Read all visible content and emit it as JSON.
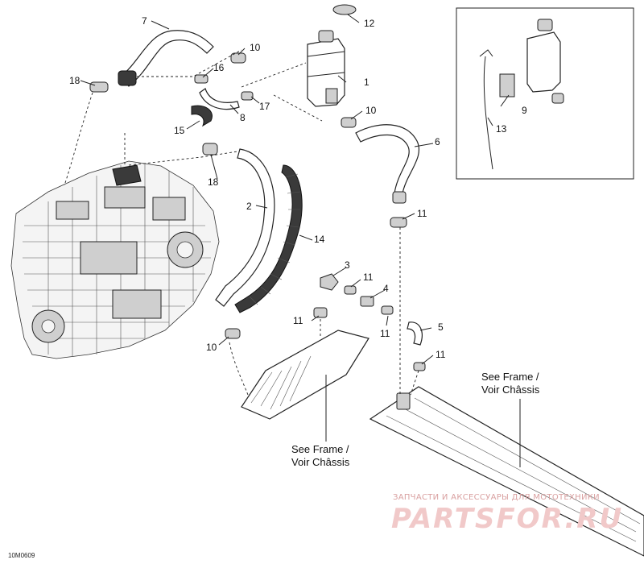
{
  "callouts": {
    "c1": "1",
    "c2": "2",
    "c3": "3",
    "c4": "4",
    "c5": "5",
    "c6": "6",
    "c7": "7",
    "c8": "8",
    "c9": "9",
    "c10a": "10",
    "c10b": "10",
    "c10c": "10",
    "c11a": "11",
    "c11b": "11",
    "c11c": "11",
    "c11d": "11",
    "c11e": "11",
    "c12": "12",
    "c13": "13",
    "c14": "14",
    "c15": "15",
    "c16": "16",
    "c17": "17",
    "c18a": "18",
    "c18b": "18"
  },
  "notes": {
    "frame_right_line1": "See Frame /",
    "frame_right_line2": "Voir Châssis",
    "frame_bottom_line1": "See Frame /",
    "frame_bottom_line2": "Voir Châssis"
  },
  "diagram_code": "10M0609",
  "watermark": {
    "caption": "ЗАПЧАСТИ И АКСЕССУАРЫ ДЛЯ МОТОТЕХНИКИ",
    "logo_text": "PARTSFOR.RU"
  }
}
